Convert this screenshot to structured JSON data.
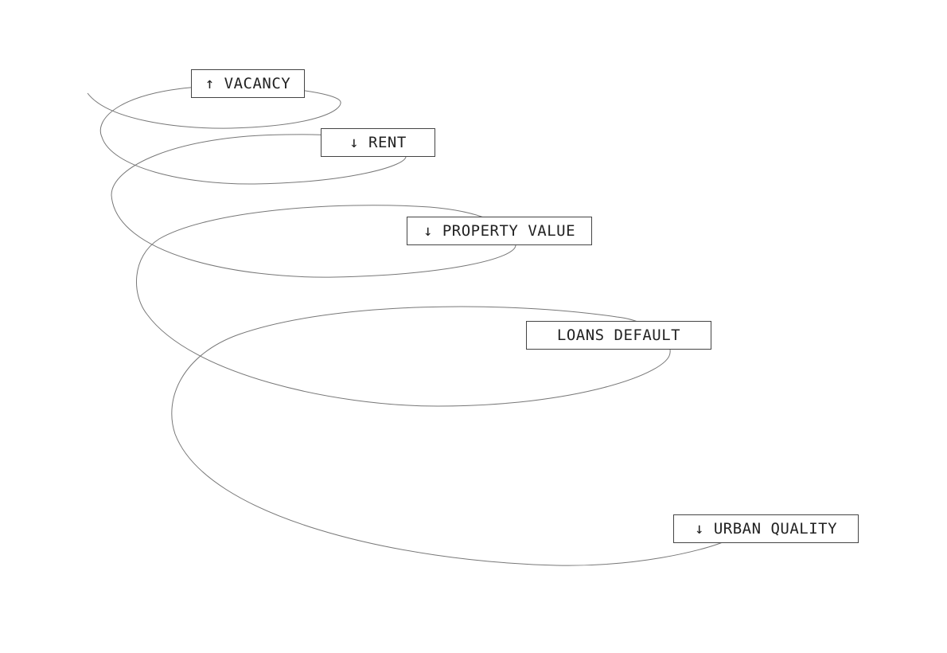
{
  "diagram": {
    "labels": {
      "vacancy": "↑ VACANCY",
      "rent": "↓ RENT",
      "property_value": "↓ PROPERTY VALUE",
      "loans_default": "LOANS DEFAULT",
      "urban_quality": "↓ URBAN QUALITY"
    },
    "colors": {
      "spiral_stroke": "#777777",
      "box_border": "#444444",
      "text": "#222222"
    }
  }
}
